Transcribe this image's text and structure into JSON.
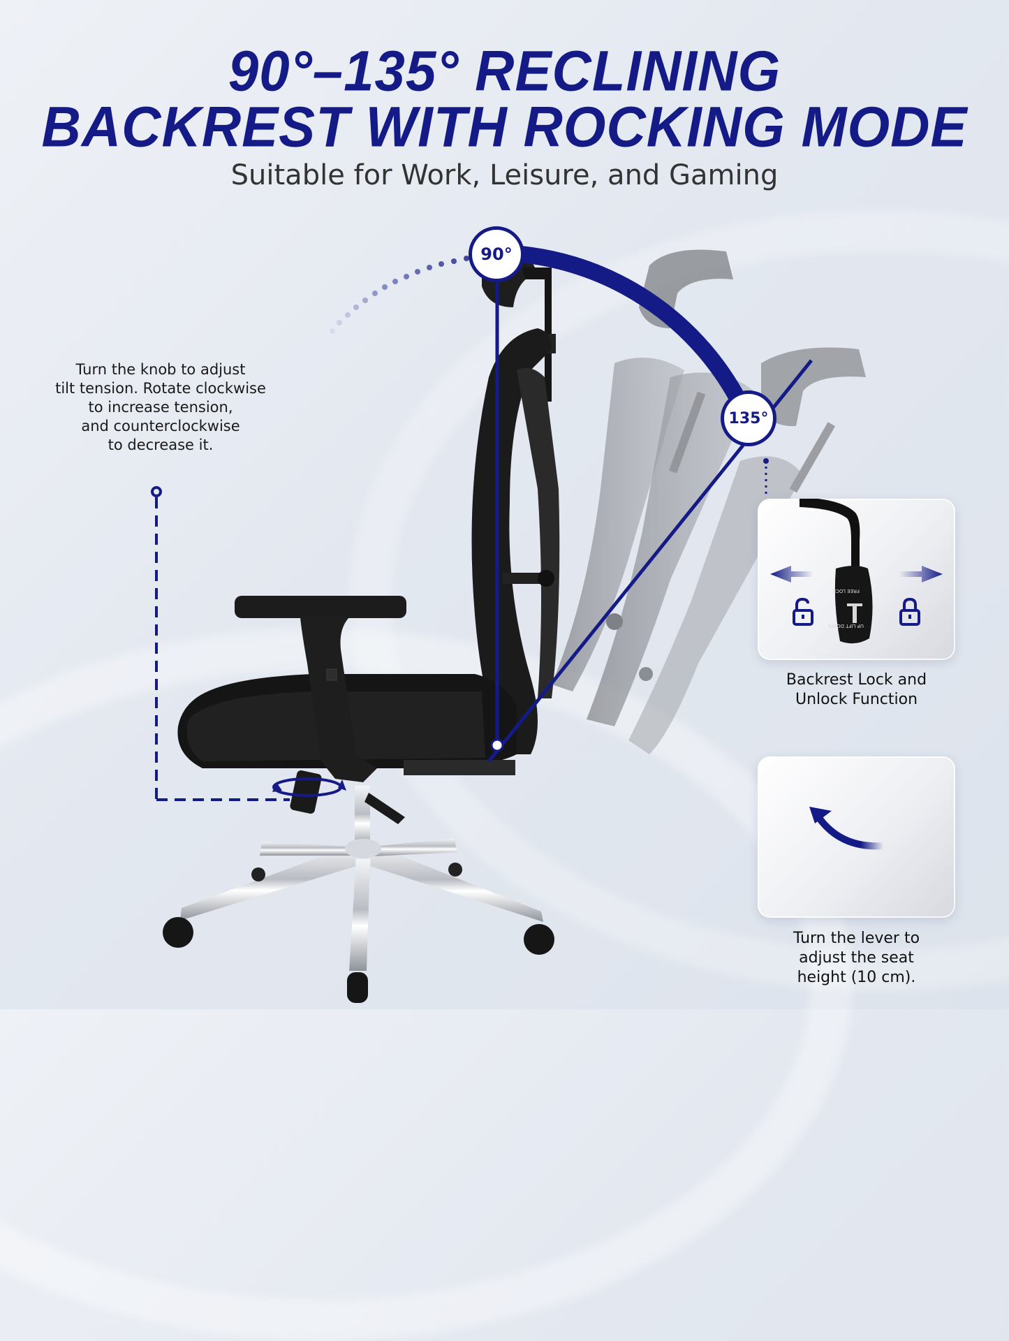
{
  "headline": {
    "line1": "90°–135° RECLINING",
    "line2": "BACKREST WITH ROCKING MODE",
    "subtitle": "Suitable for Work, Leisure, and Gaming",
    "color": "#141b86"
  },
  "angles": {
    "start_label": "90°",
    "end_label": "135°"
  },
  "tilt_note": {
    "lines": [
      "Turn the knob to adjust",
      "tilt tension. Rotate clockwise",
      "to increase tension,",
      "and counterclockwise",
      "to decrease it."
    ]
  },
  "lock_card": {
    "caption_line1": "Backrest Lock and",
    "caption_line2": "Unlock Function",
    "lever_labels": [
      "FREE",
      "LOCK",
      "UP",
      "LIFT",
      "DOWN"
    ],
    "icons": [
      "arrow-left-icon",
      "unlock-icon",
      "arrow-right-icon",
      "lock-icon"
    ]
  },
  "height_card": {
    "caption_line1": "Turn the lever to",
    "caption_line2": "adjust the seat",
    "caption_line3": "height (10 cm).",
    "icons": [
      "curved-arrow-icon"
    ]
  },
  "colors": {
    "accent": "#141b86",
    "chair_black": "#1b1b1b",
    "ghost_gray": "#8a8c90",
    "chrome": "#c9ccd2"
  }
}
